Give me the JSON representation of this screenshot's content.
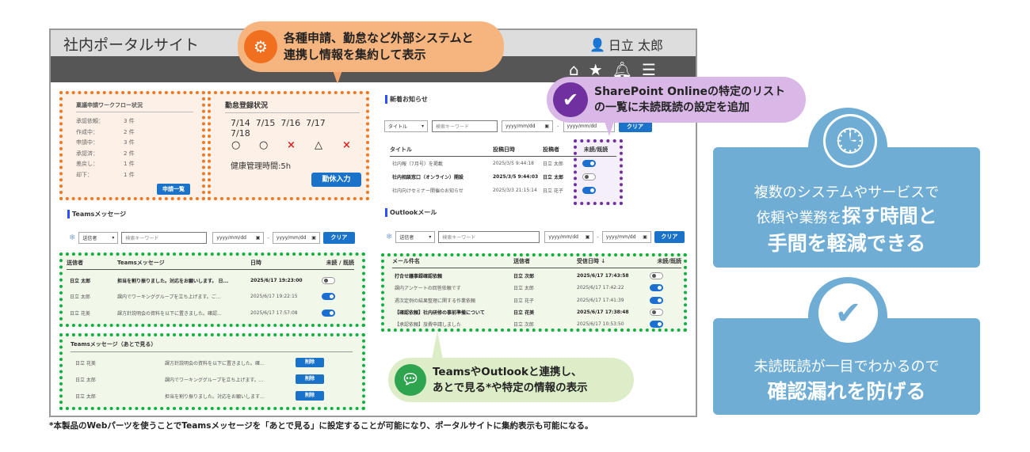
{
  "header": {
    "title": "社内ポータルサイト",
    "user": "日立 太郎",
    "nav_icons": [
      "home-icon",
      "star-icon",
      "bell-icon",
      "menu-icon"
    ]
  },
  "workflow": {
    "title": "稟議申請ワークフロー状況",
    "items": [
      {
        "label": "承認依頼：",
        "count": "3 件"
      },
      {
        "label": "作成中：",
        "count": "2 件"
      },
      {
        "label": "申請中：",
        "count": "3 件"
      },
      {
        "label": "承認済：",
        "count": "2 件"
      },
      {
        "label": "差戻し：",
        "count": "1 件"
      },
      {
        "label": "却下：",
        "count": "1 件"
      }
    ],
    "button": "申請一覧"
  },
  "attendance": {
    "title": "勤怠登録状況",
    "dates": "7/14  7/15  7/16  7/17",
    "dates2": "7/18",
    "marks": [
      "○",
      "○",
      "×",
      "△",
      "×"
    ],
    "health": "健康管理時間:5h",
    "button": "勤休入力"
  },
  "news": {
    "title": "新着お知らせ",
    "filter": {
      "select": "タイトル",
      "keyword_placeholder": "検索キーワード",
      "date_from": "yyyy/mm/dd",
      "date_to": "yyyy/mm/dd",
      "sep": "-",
      "clear": "クリア"
    },
    "columns": [
      "タイトル",
      "投稿日時",
      "投稿者",
      "未読/既読"
    ],
    "rows": [
      {
        "title": "社内報（7月号）を掲載",
        "date": "2025/3/5 9:44:18",
        "author": "日立 太郎",
        "read": true,
        "bold": false
      },
      {
        "title": "社内相談窓口（オンライン）開設",
        "date": "2025/3/5 9:44:03",
        "author": "日立 太郎",
        "read": false,
        "bold": true
      },
      {
        "title": "社内向けセミナー開催のお知らせ",
        "date": "2025/3/3 21:15:14",
        "author": "日立 花子",
        "read": true,
        "bold": false
      }
    ]
  },
  "teams": {
    "title": "Teamsメッセージ",
    "filter": {
      "select": "送信者",
      "keyword_placeholder": "検索キーワード",
      "date_from": "yyyy/mm/dd",
      "date_to": "yyyy/mm/dd",
      "sep": "-",
      "clear": "クリア"
    },
    "columns": [
      "送信者",
      "Teamsメッセージ",
      "日時",
      "未読 / 既読"
    ],
    "rows": [
      {
        "sender": "日立 太郎",
        "msg": "担当を割り振りました。対応をお願いします。 日...",
        "date": "2025/6/17 19:23:00",
        "read": false,
        "bold": true
      },
      {
        "sender": "日立 太郎",
        "msg": "課内でワーキンググループを立ち上げます。ご...",
        "date": "2025/6/17 19:22:15",
        "read": true,
        "bold": false
      },
      {
        "sender": "日立 花美",
        "msg": "課方針説明会の資料を以下に置きました。確認...",
        "date": "2025/6/17 17:57:08",
        "read": true,
        "bold": false
      }
    ]
  },
  "outlook": {
    "title": "Outlookメール",
    "filter": {
      "select": "送信者",
      "keyword_placeholder": "検索キーワード",
      "date_from": "yyyy/mm/dd",
      "date_to": "yyyy/mm/dd",
      "sep": "-",
      "clear": "クリア"
    },
    "columns": [
      "メール件名",
      "送信者",
      "受信日時 ↓",
      "未読/既読"
    ],
    "rows": [
      {
        "subject": "打合せ議事録確認依頼",
        "sender": "日立 次郎",
        "date": "2025/6/17 17:43:58",
        "read": false,
        "bold": true
      },
      {
        "subject": "課内アンケートの回答依頼です",
        "sender": "日立 太郎",
        "date": "2025/6/17 17:42:22",
        "read": true,
        "bold": false
      },
      {
        "subject": "週次定例の結果整理に関する作業依頼",
        "sender": "日立 花子",
        "date": "2025/6/17 17:41:39",
        "read": true,
        "bold": false
      },
      {
        "subject": "【確認依頼】社内研修の事前準備について",
        "sender": "日立 花美",
        "date": "2025/6/17 17:38:48",
        "read": false,
        "bold": true
      },
      {
        "subject": "【承認依頼】旅費申請しました",
        "sender": "日立 次郎",
        "date": "2025/6/17 10:53:50",
        "read": true,
        "bold": false
      }
    ]
  },
  "later": {
    "title": "Teamsメッセージ（あとで見る）",
    "delete": "削除",
    "rows": [
      {
        "sender": "日立 花美",
        "msg": "課方針説明会の資料を以下に置きました。確..."
      },
      {
        "sender": "日立 太郎",
        "msg": "課内でワーキンググループを立ち上げます。..."
      },
      {
        "sender": "日立 太郎",
        "msg": "担当を割り振りました。対応をお願いします..."
      }
    ]
  },
  "callouts": {
    "orange": [
      "各種申請、勤怠など外部システムと",
      "連携し情報を集約して表示"
    ],
    "purple": [
      "SharePoint Onlineの特定のリスト",
      "の一覧に未読既読の設定を追加"
    ],
    "green": [
      "TeamsやOutlookと連携し、",
      "あとで見る*や特定の情報の表示"
    ]
  },
  "benefits": [
    {
      "line1": "複数のシステムやサービスで",
      "line2a": "依頼や業務を",
      "line2b": "探す時間と",
      "line3": "手間を軽減できる"
    },
    {
      "line1": "未読既読が一目でわかるので",
      "line2": "確認漏れを防げる"
    }
  ],
  "footnote": "*本製品のWebパーツを使うことでTeamsメッセージを「あとで見る」に設定することが可能になり、ポータルサイトに集約表示も可能になる。",
  "colors": {
    "orange": "#f07820",
    "green": "#10b040",
    "purple": "#7030a0",
    "blue": "#6fadd4",
    "button": "#1a73c8"
  }
}
